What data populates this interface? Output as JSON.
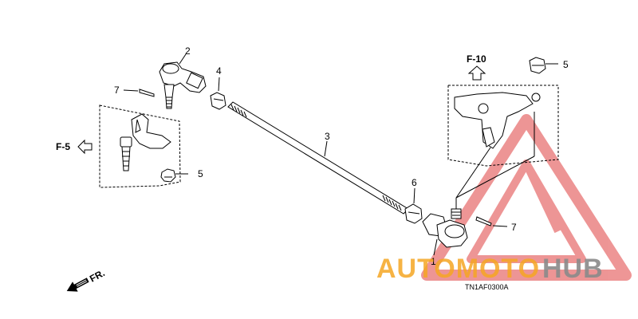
{
  "diagram": {
    "callouts": [
      "1",
      "2",
      "3",
      "4",
      "5",
      "6",
      "7"
    ],
    "refs": {
      "f5": "F-5",
      "f10": "F-10"
    },
    "direction": "FR.",
    "part_code": "TN1AF0300A"
  },
  "watermark": {
    "part1": "AUTOMOTO",
    "part2": "HUB",
    "color_orange": "#f5a623",
    "color_gray": "#8a8a8a",
    "color_red": "#e04040"
  }
}
